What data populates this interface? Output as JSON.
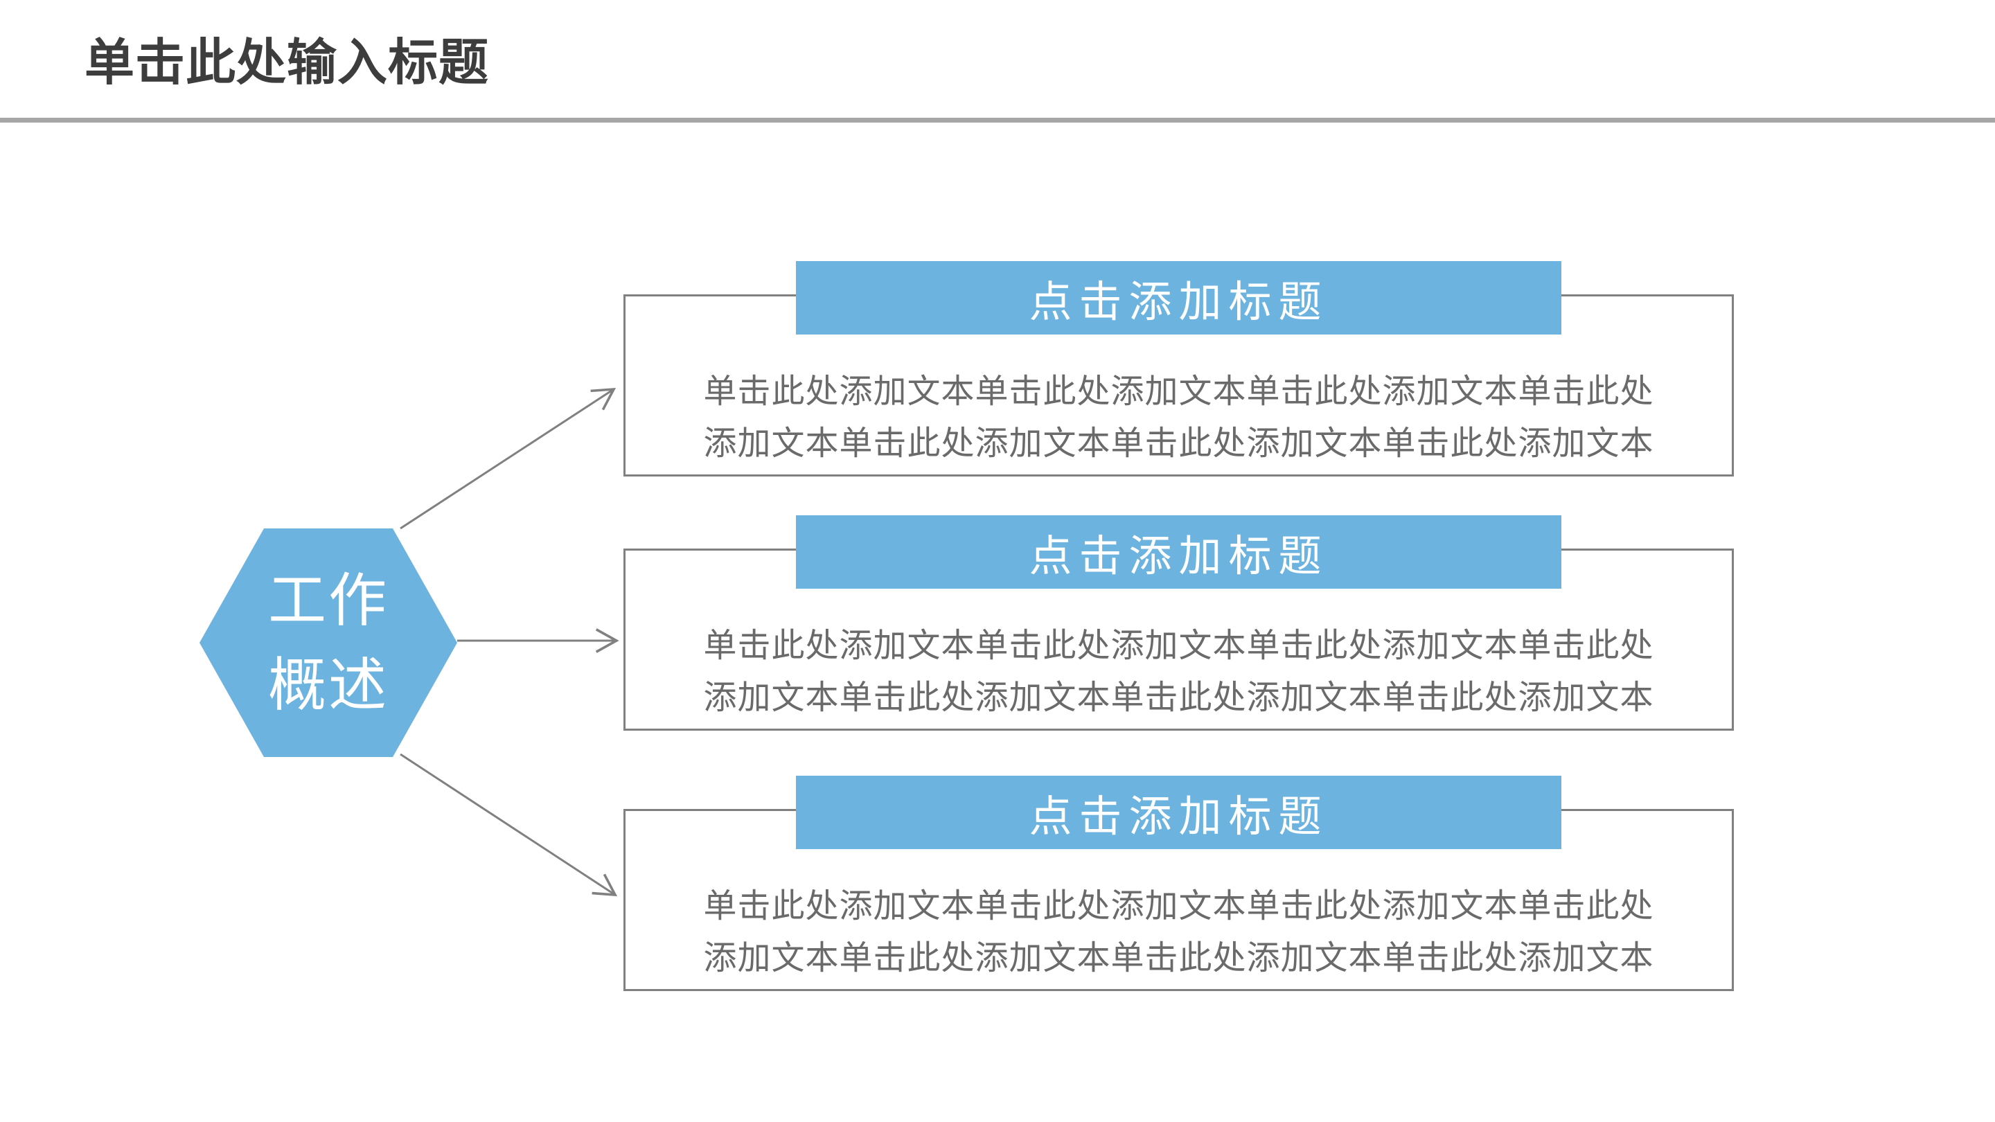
{
  "header": {
    "title": "单击此处输入标题",
    "title_color": "#3d3d3d",
    "divider_color": "#a6a6a6"
  },
  "hexagon": {
    "label_lines": [
      "工作",
      "概述"
    ],
    "fill": "#6cb3e0",
    "text_color": "#ffffff"
  },
  "colors": {
    "accent_blue": "#6cb3e0",
    "border_gray": "#808080",
    "body_text_gray": "#6a6a6a",
    "divider_gray": "#a6a6a6",
    "background": "#ffffff"
  },
  "groups": [
    {
      "title": "点击添加标题",
      "body_lines": [
        "单击此处添加文本单击此处添加文本单击此处添加文本单击此处",
        "添加文本单击此处添加文本单击此处添加文本单击此处添加文本"
      ]
    },
    {
      "title": "点击添加标题",
      "body_lines": [
        "单击此处添加文本单击此处添加文本单击此处添加文本单击此处",
        "添加文本单击此处添加文本单击此处添加文本单击此处添加文本"
      ]
    },
    {
      "title": "点击添加标题",
      "body_lines": [
        "单击此处添加文本单击此处添加文本单击此处添加文本单击此处",
        "添加文本单击此处添加文本单击此处添加文本单击此处添加文本"
      ]
    }
  ]
}
